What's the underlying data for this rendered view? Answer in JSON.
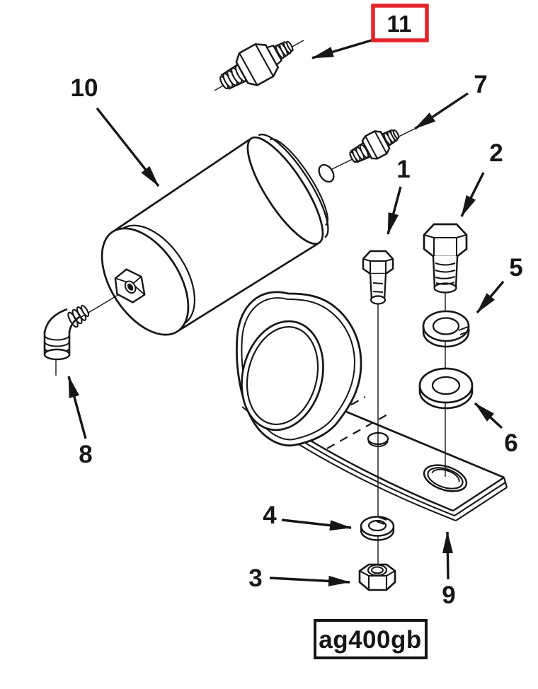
{
  "figure": {
    "type": "exploded-parts-diagram",
    "part_code": "ag400gb",
    "highlighted_callout": "11",
    "colors": {
      "highlight_red": "#e5242a",
      "line": "#161616",
      "background": "#ffffff"
    },
    "callouts": {
      "c1": "1",
      "c2": "2",
      "c3": "3",
      "c4": "4",
      "c5": "5",
      "c6": "6",
      "c7": "7",
      "c8": "8",
      "c9": "9",
      "c10": "10",
      "c11": "11"
    }
  }
}
